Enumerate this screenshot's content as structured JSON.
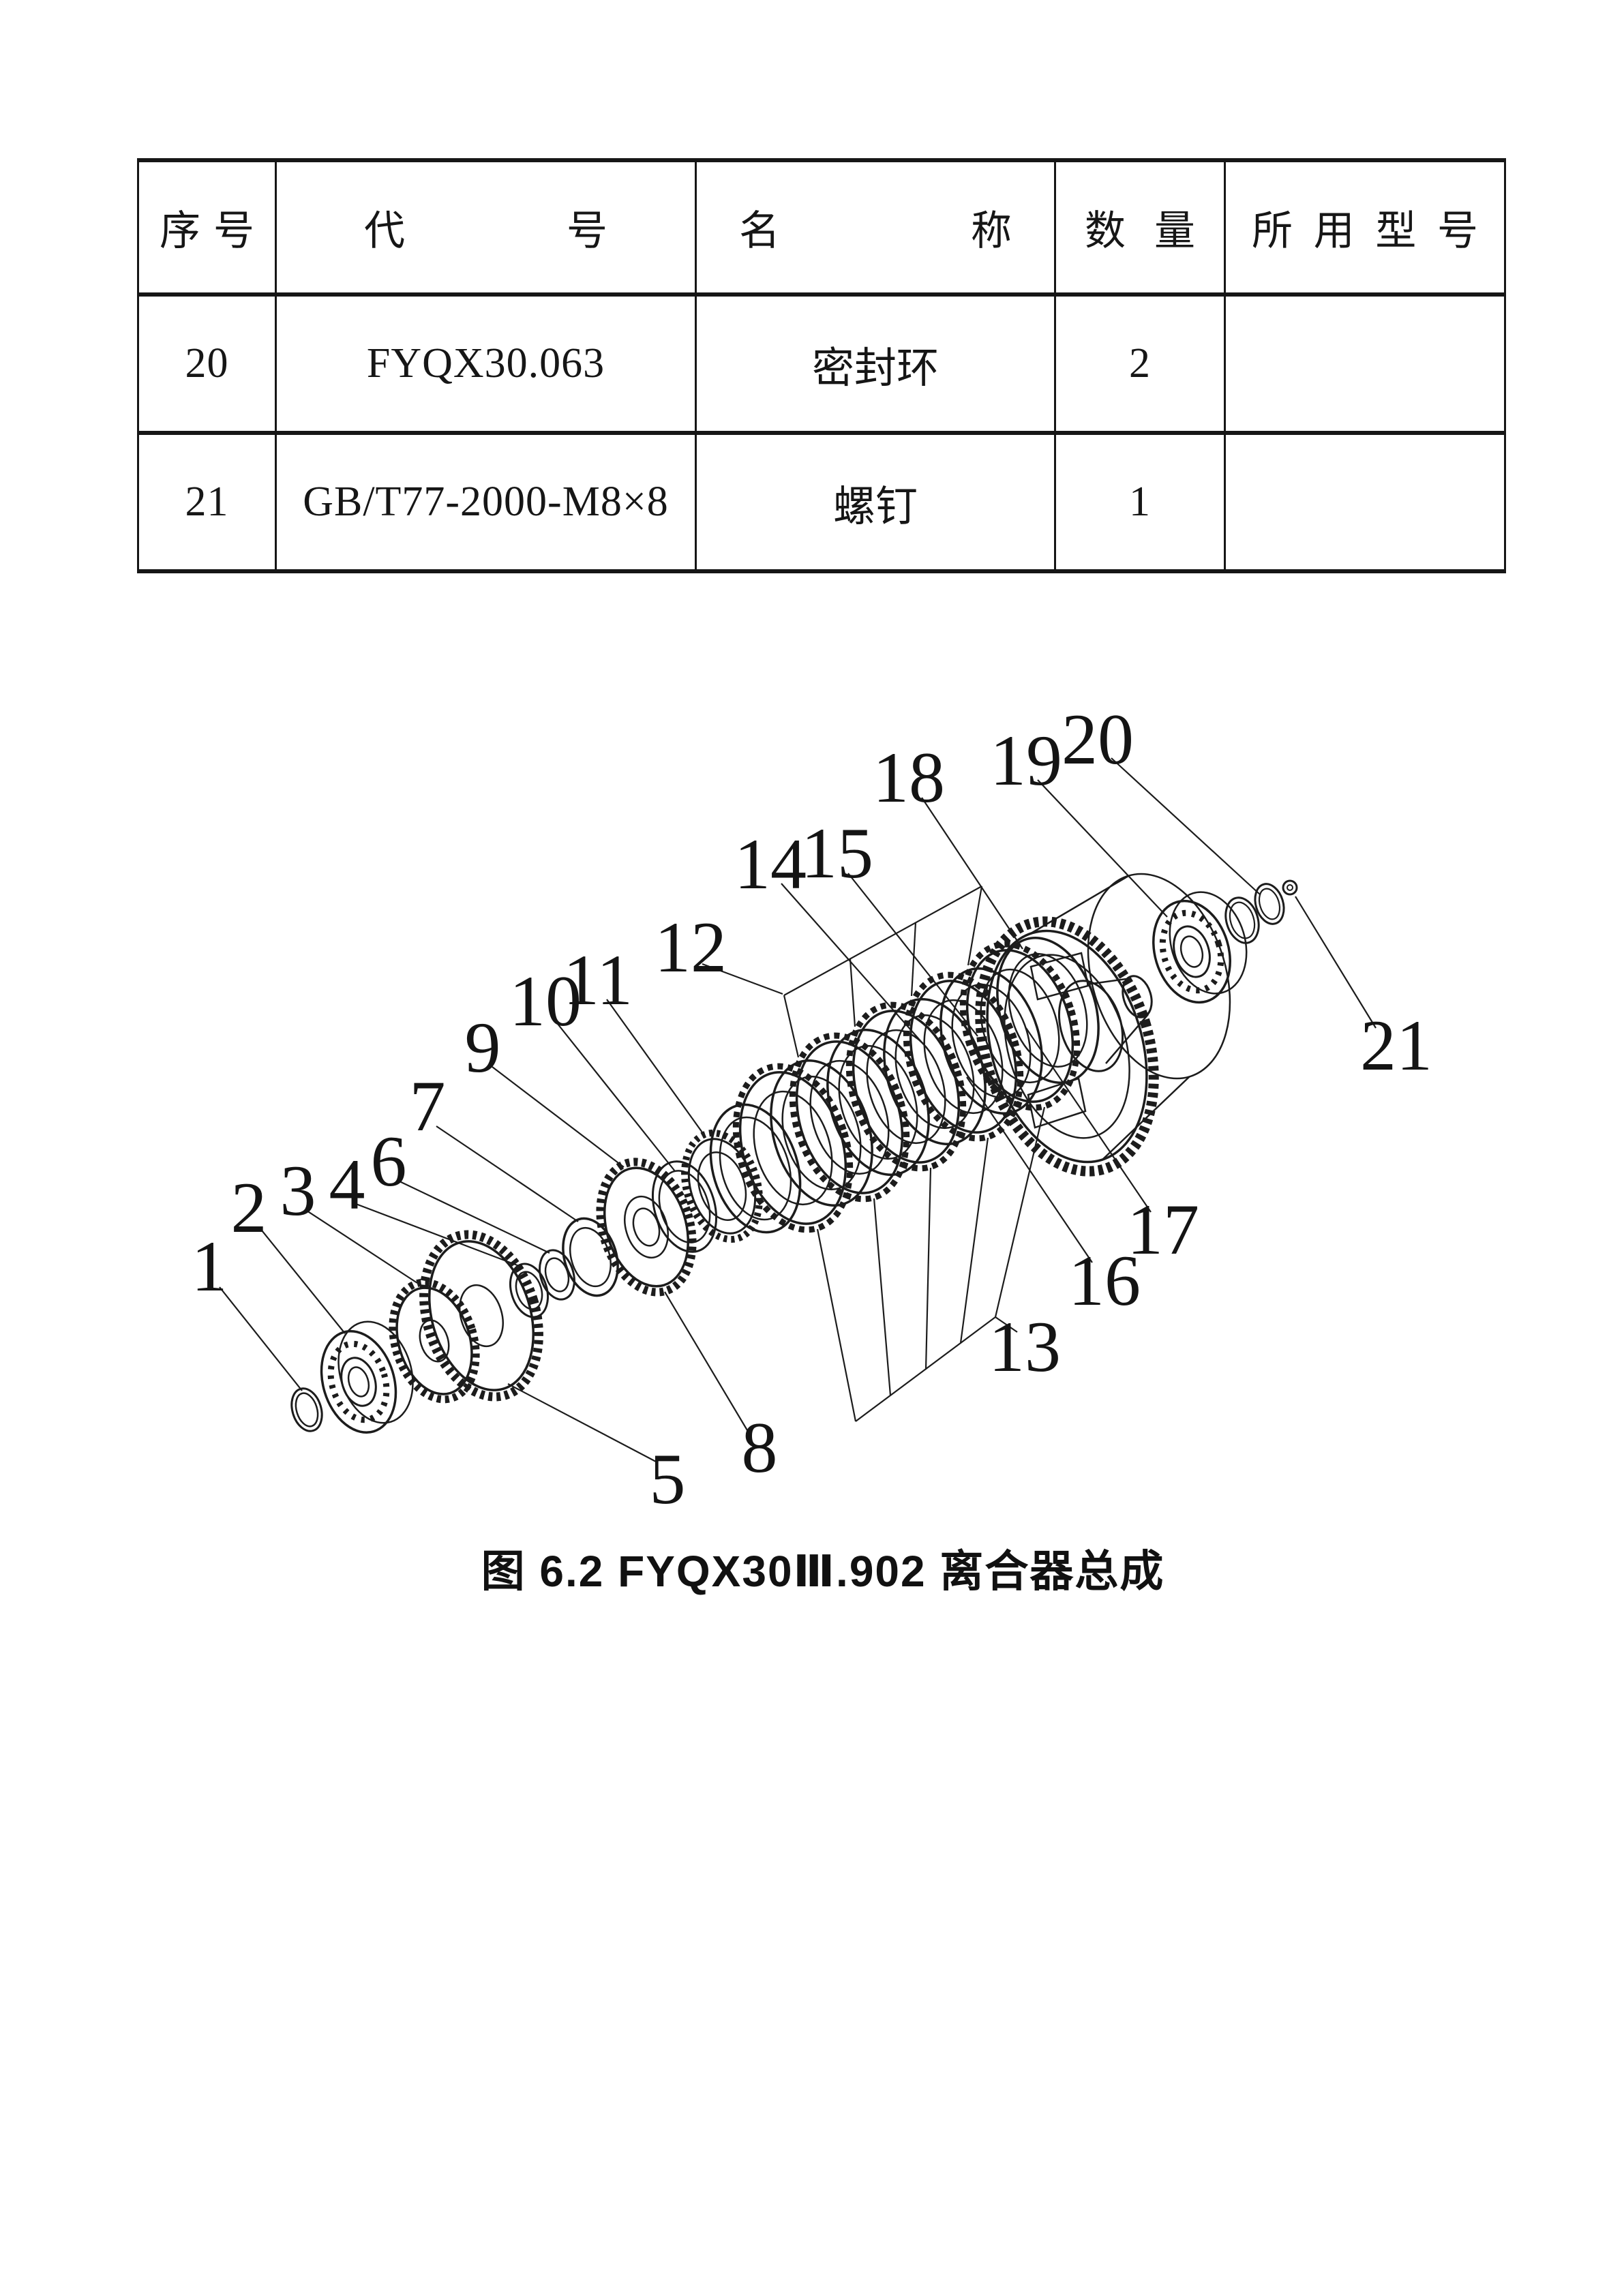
{
  "parts_table": {
    "headers": [
      "序 号",
      "代 号",
      "名 称",
      "数 量",
      "所 用 型 号"
    ],
    "rows": [
      {
        "seq": "20",
        "code": "FYQX30.063",
        "name": "密封环",
        "qty": "2",
        "model": ""
      },
      {
        "seq": "21",
        "code": "GB/T77-2000-M8×8",
        "name": "螺钉",
        "qty": "1",
        "model": ""
      }
    ]
  },
  "figure": {
    "caption": "图 6.2 FYQX30Ⅲ.902 离合器总成",
    "callouts": [
      "1",
      "2",
      "3",
      "4",
      "5",
      "6",
      "7",
      "8",
      "9",
      "10",
      "11",
      "12",
      "13",
      "14",
      "15",
      "16",
      "17",
      "18",
      "19",
      "20",
      "21"
    ]
  }
}
